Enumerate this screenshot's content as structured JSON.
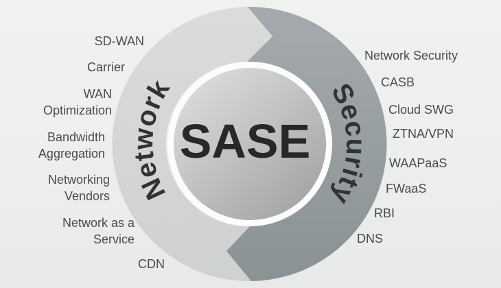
{
  "title": "SASE",
  "ring": {
    "left_segment_label": "Network",
    "right_segment_label": "Security",
    "colors": {
      "left_segment": "#d4d7d5",
      "right_segment": "#99a0a3",
      "center_circle_ring": "#fbfcfb",
      "title_text": "#26282a",
      "segment_text": "#303334",
      "label_text": "#494c4d"
    }
  },
  "labels": {
    "left": [
      {
        "text": "SD-WAN"
      },
      {
        "text": "Carrier"
      },
      {
        "text": "WAN\nOptimization"
      },
      {
        "text": "Bandwidth\nAggregation"
      },
      {
        "text": "Networking\nVendors"
      },
      {
        "text": "Network as a\nService"
      },
      {
        "text": "CDN"
      }
    ],
    "right": [
      {
        "text": "Network Security"
      },
      {
        "text": "CASB"
      },
      {
        "text": "Cloud SWG"
      },
      {
        "text": "ZTNA/VPN"
      },
      {
        "text": "WAAPaaS"
      },
      {
        "text": "FWaaS"
      },
      {
        "text": "RBI"
      },
      {
        "text": "DNS"
      }
    ]
  }
}
